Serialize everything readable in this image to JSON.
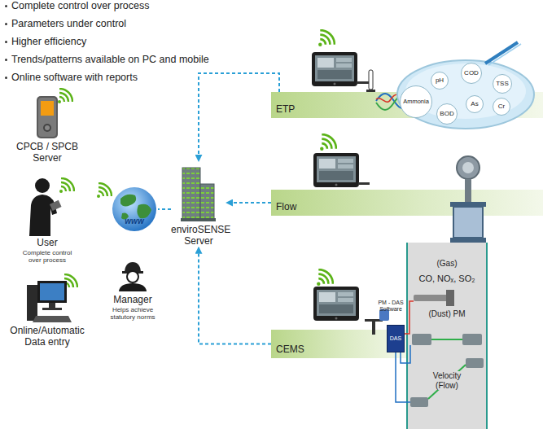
{
  "diagram": {
    "nodes": [
      {
        "text": [
          "CPCB / SPCB Server"
        ]
      },
      {
        "text": [
          "User",
          "Complete control over process"
        ]
      },
      {
        "text": [
          "Online/Automatic Data entry"
        ]
      },
      {
        "text": [
          "www"
        ]
      },
      {
        "text": [
          "Manager",
          "Helps achieve statutory norms"
        ]
      },
      {
        "text": [
          "enviroSENSE Server"
        ]
      },
      {
        "text": [
          "ETP"
        ]
      },
      {
        "text": [
          "Flow"
        ]
      },
      {
        "text": [
          "CEMS"
        ]
      },
      {
        "text": [
          "pH"
        ],
        "in": 6
      },
      {
        "text": [
          "COD"
        ],
        "in": 6
      },
      {
        "text": [
          "TSS"
        ],
        "in": 6
      },
      {
        "text": [
          "Ammonia"
        ],
        "in": 6
      },
      {
        "text": [
          "BOD"
        ],
        "in": 6
      },
      {
        "text": [
          "As"
        ],
        "in": 6
      },
      {
        "text": [
          "Cr"
        ],
        "in": 6
      },
      {
        "text": [
          "DAS"
        ],
        "in": 8
      }
    ],
    "edges": [
      {
        "from": 6,
        "to": 5,
        "arrow": "to"
      },
      {
        "from": 7,
        "to": 5,
        "arrow": "to"
      },
      {
        "from": 8,
        "to": 5,
        "arrow": "to"
      },
      {
        "from": 5,
        "to": 3,
        "arrow": "none"
      }
    ],
    "labels": [
      "Complete control over process",
      "Parameters under control",
      "Higher efficiency",
      "Trends/patterns available on PC and mobile",
      "Online software with reports",
      "PM - DAS Software",
      "(Gas)",
      "CO, NOₓ, SO₂",
      "(Dust) PM",
      "Velocity (Flow)"
    ]
  }
}
